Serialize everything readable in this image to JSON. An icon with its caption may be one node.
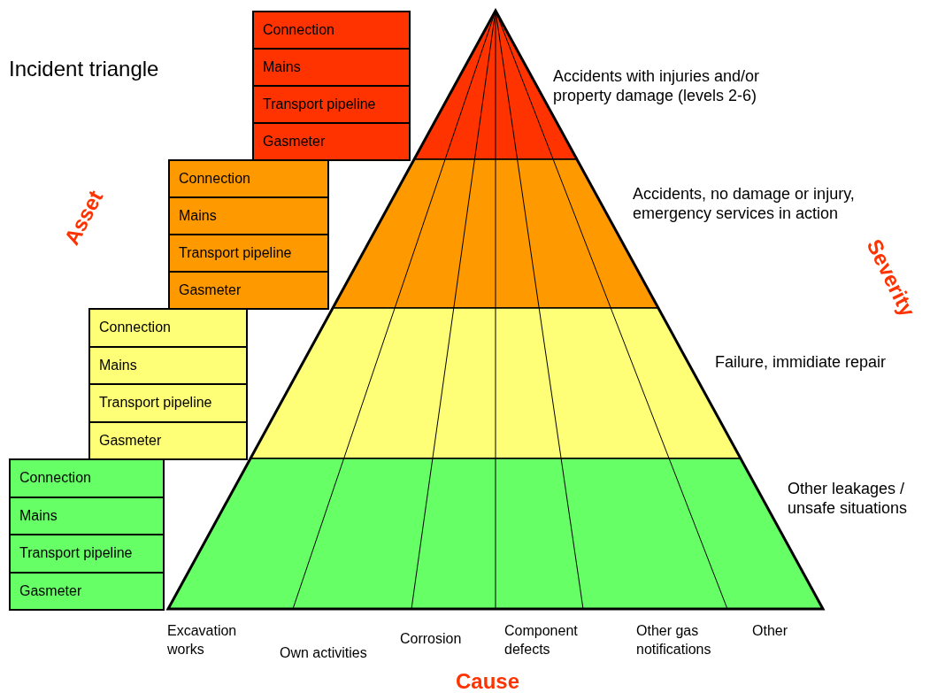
{
  "diagram": {
    "title": "Incident triangle",
    "nodes": [
      {
        "text": [
          "Connection"
        ]
      },
      {
        "text": [
          "Mains"
        ]
      },
      {
        "text": [
          "Transport pipeline"
        ]
      },
      {
        "text": [
          "Gasmeter"
        ]
      },
      {
        "text": [],
        "shape": "band",
        "beside": [
          "Accidents with injuries and/or property damage (levels 2-6)"
        ]
      },
      {
        "text": [
          "Connection"
        ]
      },
      {
        "text": [
          "Mains"
        ]
      },
      {
        "text": [
          "Transport pipeline"
        ]
      },
      {
        "text": [
          "Gasmeter"
        ]
      },
      {
        "text": [],
        "shape": "band",
        "beside": [
          "Accidents, no damage or injury, emergency services in action"
        ]
      },
      {
        "text": [
          "Connection"
        ]
      },
      {
        "text": [
          "Mains"
        ]
      },
      {
        "text": [
          "Transport pipeline"
        ]
      },
      {
        "text": [
          "Gasmeter"
        ]
      },
      {
        "text": [],
        "shape": "band",
        "beside": [
          "Failure, immidiate repair"
        ]
      },
      {
        "text": [
          "Connection"
        ]
      },
      {
        "text": [
          "Mains"
        ]
      },
      {
        "text": [
          "Transport pipeline"
        ]
      },
      {
        "text": [
          "Gasmeter"
        ]
      },
      {
        "text": [],
        "shape": "band",
        "beside": [
          "Other leakages / unsafe situations"
        ]
      }
    ],
    "labels": [
      "Asset",
      "Severity",
      "Excavation works",
      "Own activities",
      "Corrosion",
      "Component defects",
      "Other gas notifications",
      "Other",
      "Cause"
    ]
  }
}
